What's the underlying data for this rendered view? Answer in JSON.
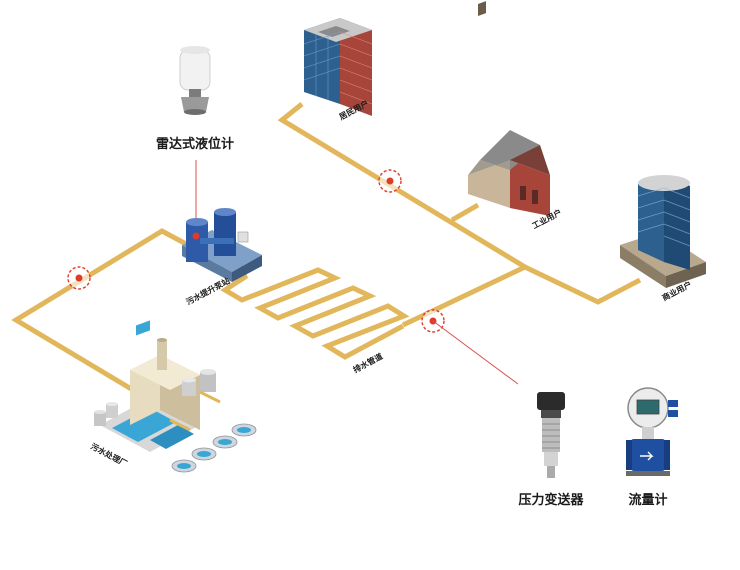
{
  "labels": {
    "radar_level_meter": "雷达式液位计",
    "residential_user": "居民用户",
    "industrial_user": "工业用户",
    "commercial_user": "商业用户",
    "sewage_pump_station": "污水提升泵站",
    "drainage_pipe": "排水管道",
    "sewage_plant": "污水处理厂",
    "pressure_transmitter": "压力变送器",
    "flow_meter": "流量计"
  },
  "colors": {
    "pipe": "#e2b75c",
    "marker": "#e03a2a",
    "leader_line": "#d9534f",
    "building_blue": "#2d5f8f",
    "building_brick": "#a8453a",
    "tank_blue": "#2e5aa8",
    "plant_beige": "#e8dcc0",
    "water_cyan": "#3aa6d6"
  },
  "icons": [
    "radar-level-meter-icon",
    "pressure-transmitter-icon",
    "flow-meter-icon",
    "monitor-point-icon"
  ]
}
